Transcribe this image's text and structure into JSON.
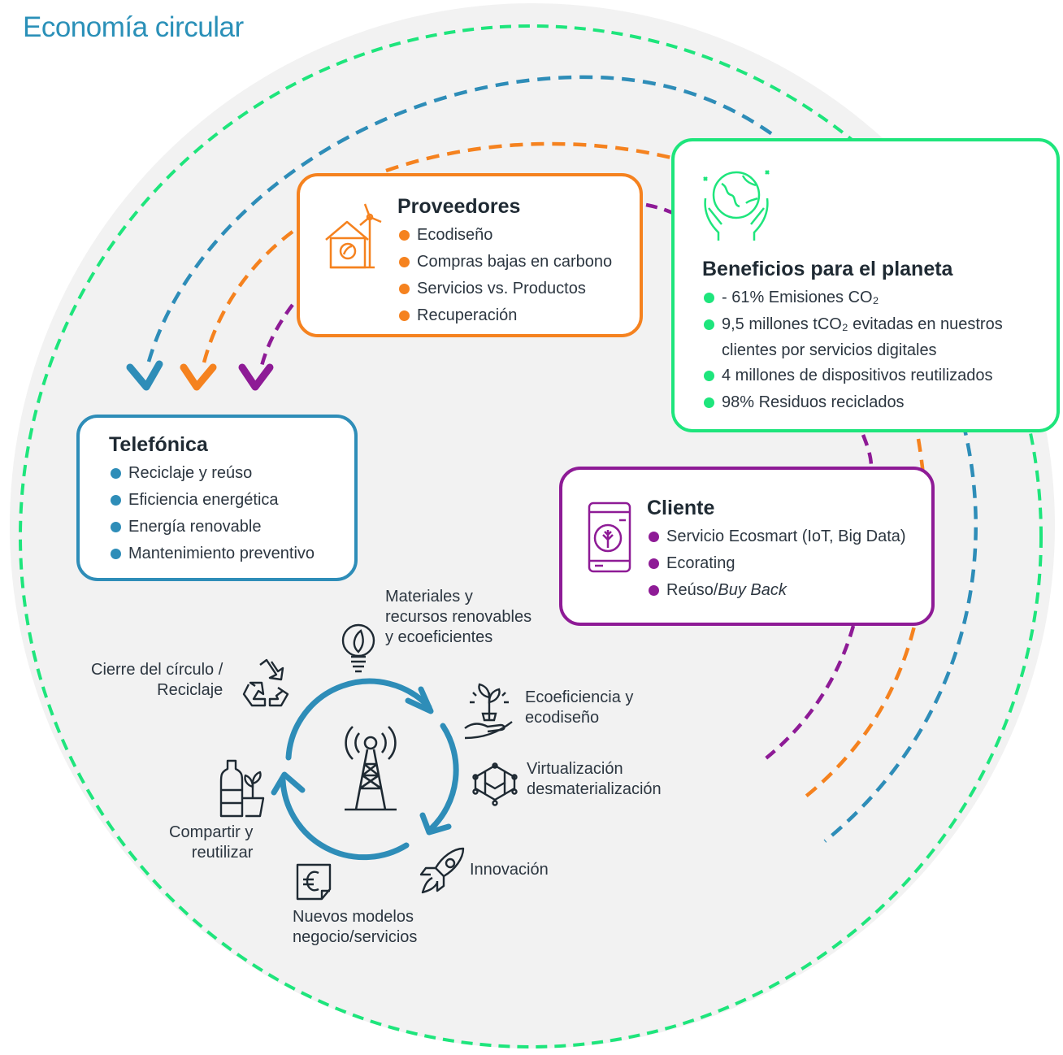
{
  "title": "Economía circular",
  "colors": {
    "teal": "#2a90b8",
    "blue": "#2e8db8",
    "orange": "#f5821f",
    "purple": "#8e1b96",
    "green": "#1ee57c",
    "background": "#f2f2f2"
  },
  "proveedores": {
    "title": "Proveedores",
    "icon": "eco-house-windmill-icon",
    "items": [
      "Ecodiseño",
      "Compras bajas en carbono",
      "Servicios vs. Productos",
      "Recuperación"
    ]
  },
  "beneficios": {
    "title": "Beneficios para el planeta",
    "icon": "globe-in-hands-icon",
    "items": [
      {
        "line1": "- 61% Emisiones CO₂",
        "line2": ""
      },
      {
        "line1": "9,5 millones tCO₂ evitadas en nuestros",
        "line2": "clientes por servicios digitales"
      },
      {
        "line1": "4 millones de dispositivos reutilizados",
        "line2": ""
      },
      {
        "line1": "98% Residuos reciclados",
        "line2": ""
      }
    ]
  },
  "telefonica": {
    "title": "Telefónica",
    "items": [
      "Reciclaje y reúso",
      "Eficiencia energética",
      "Energía renovable",
      "Mantenimiento preventivo"
    ]
  },
  "cliente": {
    "title": "Cliente",
    "icon": "smartphone-leaf-icon",
    "items": [
      "Servicio Ecosmart (IoT, Big Data)",
      "Ecorating"
    ],
    "item3_prefix": "Reúso/",
    "item3_italic": "Buy Back"
  },
  "cycle": {
    "center_icon": "telecom-tower-icon",
    "materiales": "Materiales y\nrecursos renovables\ny ecoeficientes",
    "ecoeficiencia": "Ecoeficiencia y\necodiseño",
    "virtualizacion": "Virtualización\ndesmaterialización",
    "innovacion": "Innovación",
    "nuevos": "Nuevos modelos\nnegocio/servicios",
    "compartir": "Compartir y\nreutilizar",
    "cierre": "Cierre del círculo /\nReciclaje"
  }
}
